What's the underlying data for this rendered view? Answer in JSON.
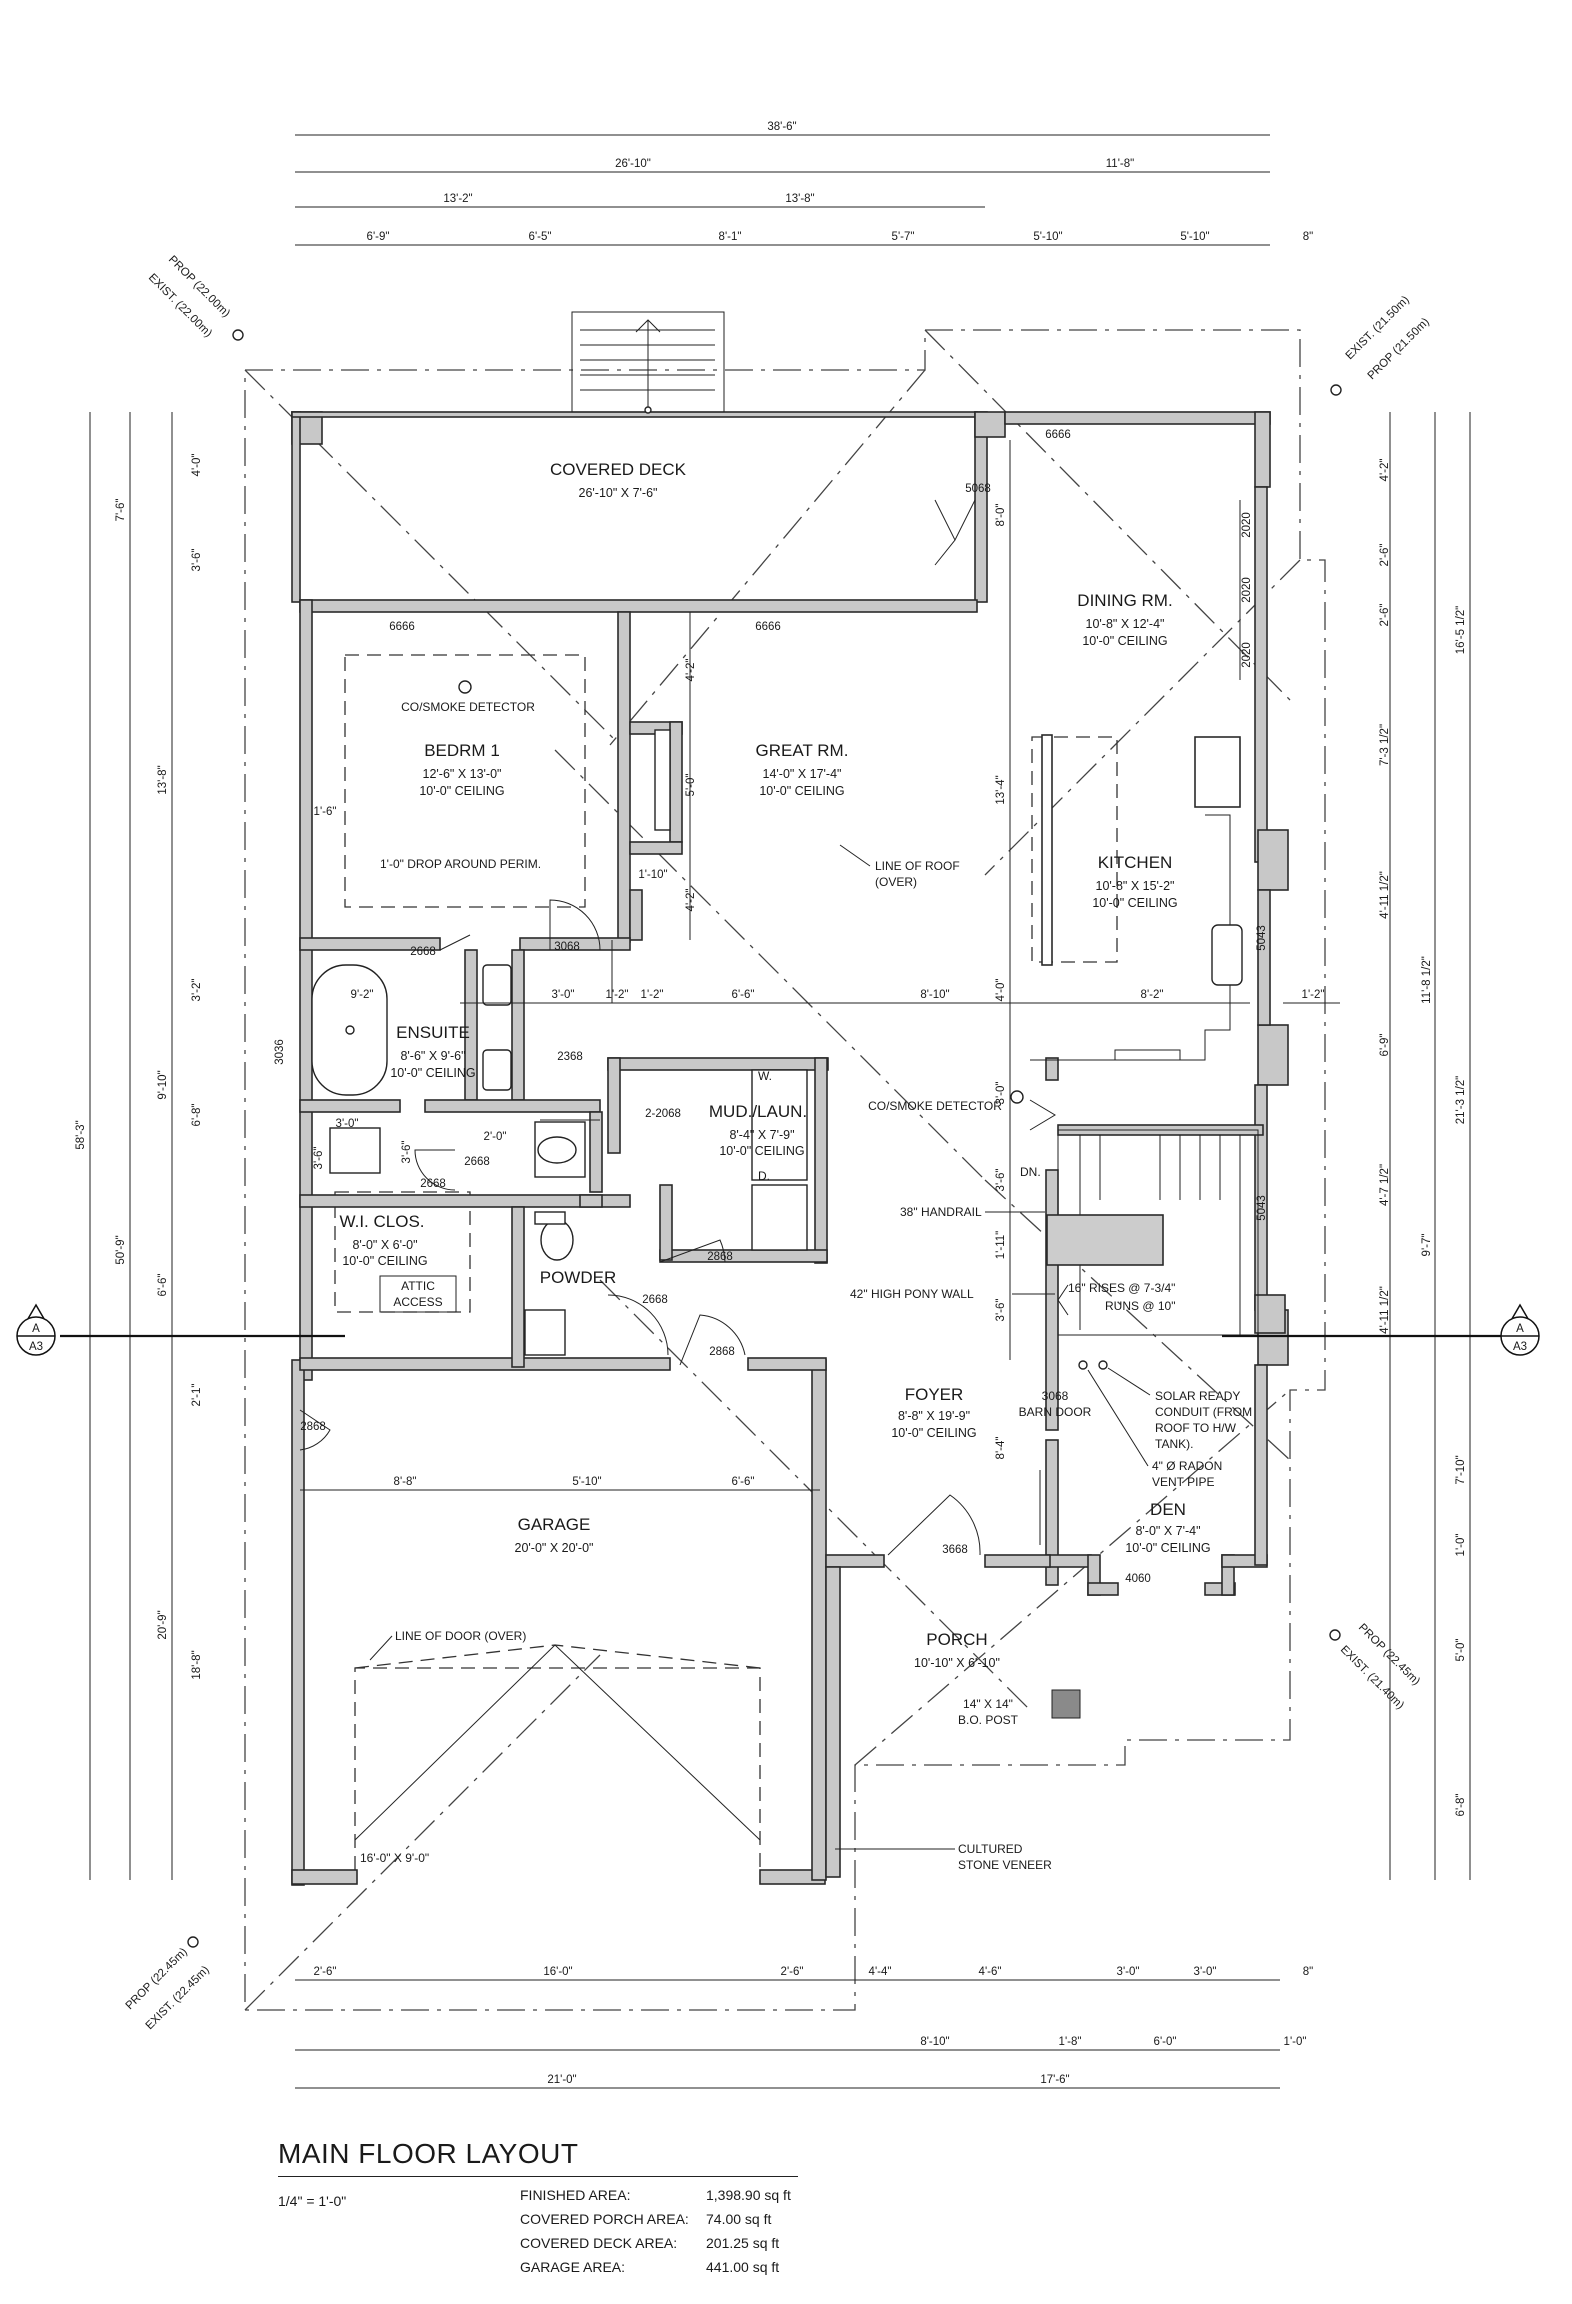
{
  "dims": {
    "overall_top": "38'-6\"",
    "top_2": [
      "26'-10\"",
      "11'-8\""
    ],
    "top_3": [
      "13'-2\"",
      "13'-8\""
    ],
    "top_4": [
      "6'-9\"",
      "6'-5\"",
      "8'-1\"",
      "5'-7\"",
      "5'-10\"",
      "5'-10\"",
      "8\""
    ],
    "bottom_1": [
      "2'-6\"",
      "16'-0\"",
      "2'-6\"",
      "4'-4\"",
      "4'-6\"",
      "3'-0\"",
      "3'-0\"",
      "8\""
    ],
    "bottom_2": [
      "8'-10\"",
      "1'-8\"",
      "6'-0\"",
      "1'-0\""
    ],
    "bottom_3": [
      "21'-0\"",
      "17'-6\""
    ],
    "left_overall": "58'-3\"",
    "left_2": [
      "7'-6\"",
      "50'-9\""
    ],
    "left_3": [
      "4'-0\"",
      "3'-6\"",
      "13'-8\"",
      "9'-10\"",
      "6'-6\"",
      "20'-9\""
    ],
    "left_4": [
      "3'-2\"",
      "6'-8\"",
      "2'-1\"",
      "18'-8\""
    ],
    "right_1": [
      "4'-2\"",
      "2'-6\"",
      "2'-6\"",
      "7'-3 1/2\"",
      "4'-11 1/2\"",
      "6'-9\"",
      "4'-7 1/2\"",
      "4'-11 1/2\"",
      "7'-10\"",
      "1'-0\"",
      "5'-0\"",
      "6'-8\""
    ],
    "right_2": [
      "16'-5 1/2\"",
      "11'-8 1/2\"",
      "9'-7\""
    ],
    "right_3": "21'-3 1/2\"",
    "interior": [
      "8'-0\"",
      "4'-2\"",
      "5'-0\"",
      "4'-2\"",
      "1'-10\"",
      "13'-4\"",
      "1'-6\"",
      "9'-2\"",
      "3'-0\"",
      "1'-2\"",
      "1'-2\"",
      "6'-6\"",
      "8'-10\"",
      "4'-0\"",
      "8'-2\"",
      "1'-2\"",
      "3'-0\"",
      "3'-6\"",
      "1'-11\"",
      "3'-6\"",
      "2'-0\"",
      "3'-0\"",
      "3'-6\"",
      "3'-6\"",
      "8'-8\"",
      "5'-10\"",
      "6'-6\"",
      "8'-4\""
    ]
  },
  "elevations": {
    "top_left": [
      "PROP (22.00m)",
      "EXIST. (22.00m)"
    ],
    "top_right": [
      "EXIST. (21.50m)",
      "PROP (21.50m)"
    ],
    "bottom_left": [
      "PROP (22.45m)",
      "EXIST. (22.45m)"
    ],
    "bottom_right": [
      "PROP (22.45m)",
      "EXIST. (21.40m)"
    ]
  },
  "section_marker": {
    "letter": "A",
    "sheet": "A3"
  },
  "rooms": {
    "covered_deck": {
      "name": "COVERED DECK",
      "size": "26'-10\" X 7'-6\""
    },
    "dining": {
      "name": "DINING RM.",
      "size": "10'-8\" X 12'-4\"",
      "ceiling": "10'-0\" CEILING"
    },
    "bedrm1": {
      "name": "BEDRM 1",
      "size": "12'-6\" X 13'-0\"",
      "ceiling": "10'-0\" CEILING"
    },
    "great": {
      "name": "GREAT RM.",
      "size": "14'-0\" X 17'-4\"",
      "ceiling": "10'-0\" CEILING"
    },
    "kitchen": {
      "name": "KITCHEN",
      "size": "10'-8\" X 15'-2\"",
      "ceiling": "10'-0\" CEILING"
    },
    "ensuite": {
      "name": "ENSUITE",
      "size": "8'-6\" X 9'-6\"",
      "ceiling": "10'-0\" CEILING"
    },
    "mud": {
      "name": "MUD./LAUN.",
      "size": "8'-4\" X 7'-9\"",
      "ceiling": "10'-0\" CEILING"
    },
    "wiclos": {
      "name": "W.I. CLOS.",
      "size": "8'-0\" X 6'-0\"",
      "ceiling": "10'-0\" CEILING"
    },
    "powder": {
      "name": "POWDER"
    },
    "foyer": {
      "name": "FOYER",
      "size": "8'-8\" X 19'-9\"",
      "ceiling": "10'-0\" CEILING"
    },
    "garage": {
      "name": "GARAGE",
      "size": "20'-0\" X 20'-0\""
    },
    "den": {
      "name": "DEN",
      "size": "8'-0\" X 7'-4\"",
      "ceiling": "10'-0\" CEILING"
    },
    "porch": {
      "name": "PORCH",
      "size": "10'-10\" X 6'-10\""
    }
  },
  "notes": {
    "co_smoke": "CO/SMOKE DETECTOR",
    "drop_perim": "1'-0\" DROP AROUND PERIM.",
    "line_of_roof": [
      "LINE OF ROOF",
      "(OVER)"
    ],
    "handrail": "38\" HANDRAIL",
    "pony_wall": "42\" HIGH PONY WALL",
    "rises": "16\" RISES @ 7-3/4\"",
    "runs": "RUNS @ 10\"",
    "dn": "DN.",
    "attic": [
      "ATTIC",
      "ACCESS"
    ],
    "barn_door": [
      "3068",
      "BARN DOOR"
    ],
    "solar": [
      "SOLAR READY",
      "CONDUIT (FROM",
      "ROOF TO H/W",
      "TANK)."
    ],
    "radon": [
      "4\" Ø RADON",
      "VENT PIPE"
    ],
    "line_of_door": "LINE OF DOOR (OVER)",
    "garage_door": "16'-0\" X 9'-0\"",
    "post": [
      "14\" X 14\"",
      "B.O. POST"
    ],
    "stone": [
      "CULTURED",
      "STONE VENEER"
    ],
    "washer": "W.",
    "dryer": "D."
  },
  "openings": [
    "6666",
    "5068",
    "6666",
    "6666",
    "2020",
    "2020",
    "2020",
    "3068",
    "2668",
    "5043",
    "3036",
    "2368",
    "2-2068",
    "2668",
    "2668",
    "2868",
    "2668",
    "2868",
    "5043",
    "2868",
    "3668",
    "4060"
  ],
  "title_block": {
    "title": "MAIN FLOOR LAYOUT",
    "scale": "1/4\" = 1'-0\"",
    "areas": [
      {
        "label": "FINISHED AREA:",
        "value": "1,398.90 sq ft"
      },
      {
        "label": "COVERED PORCH AREA:",
        "value": "74.00 sq ft"
      },
      {
        "label": "COVERED DECK AREA:",
        "value": "201.25 sq ft"
      },
      {
        "label": "GARAGE AREA:",
        "value": "441.00 sq ft"
      }
    ]
  }
}
